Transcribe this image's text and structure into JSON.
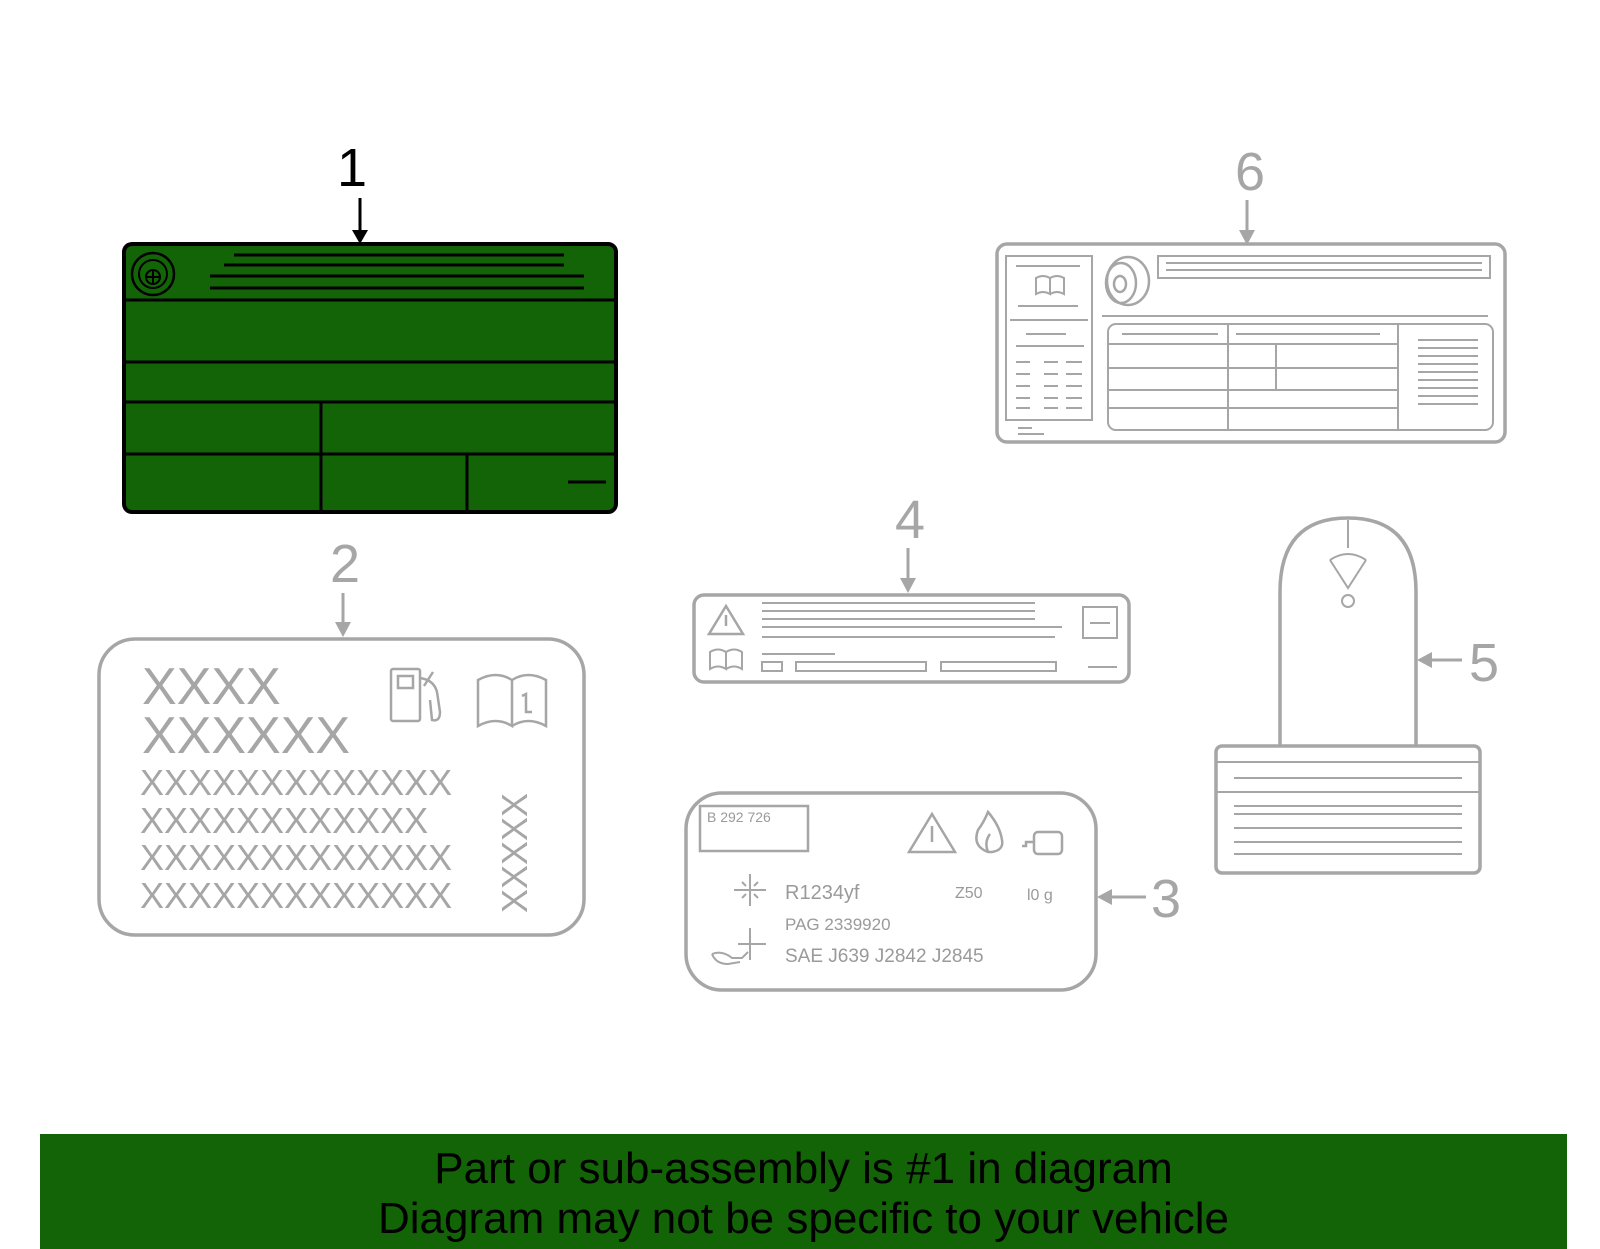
{
  "colors": {
    "highlight_fill": "#136307",
    "highlight_stroke": "#000000",
    "part_gray": "#a6a6a6",
    "banner_bg": "#136307",
    "banner_text": "#000000"
  },
  "callouts": {
    "part1": "1",
    "part2": "2",
    "part3": "3",
    "part4": "4",
    "part5": "5",
    "part6": "6"
  },
  "label2": {
    "line1": "XXXX",
    "line2": "XXXXXX",
    "rows": [
      "XXXXXXXXXXXXX",
      "XXXXXXXXXXXX",
      "XXXXXXXXXXXXX",
      "XXXXXXXXXXXXX"
    ],
    "vertical": "XXXXX",
    "icons": [
      "fuel-pump-icon",
      "manual-book-icon"
    ]
  },
  "label3": {
    "code": "B 292 726",
    "refrigerant": "R1234yf",
    "oil": "PAG 2339920",
    "standards": "SAE J639 J2842 J2845",
    "z": "Z50",
    "amount": "l0 g",
    "icons": [
      "warning-icon",
      "flame-icon",
      "compressor-icon",
      "ac-symbol-icon",
      "oil-can-icon"
    ]
  },
  "banner": {
    "line1": "Part or sub-assembly is #1 in diagram",
    "line2": "Diagram may not be specific to your vehicle"
  }
}
